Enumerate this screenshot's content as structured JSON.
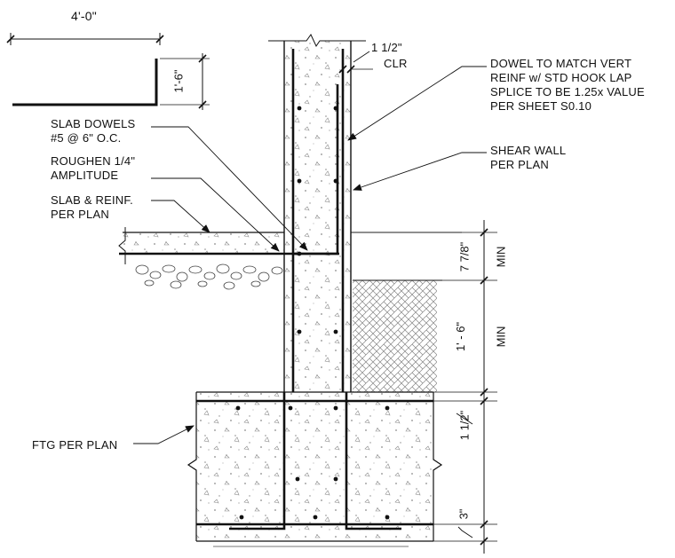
{
  "detail": {
    "slab_width_dim": "4'-0\"",
    "slab_turndown_dim": "1'-6\"",
    "clear_cover_value": "1 1/2\"",
    "clear_cover_abbrev": "CLR",
    "dim_slab_depth": "7 7/8\"",
    "dim_min_1": "MIN",
    "dim_embed": "1' - 6\"",
    "dim_min_2": "MIN",
    "dim_top_cover": "1 1/2\"",
    "dim_bottom_cover": "3\""
  },
  "notes": {
    "slab_dowels": [
      "SLAB DOWELS",
      "#5 @ 6\" O.C."
    ],
    "roughen": [
      "ROUGHEN 1/4\"",
      "AMPLITUDE"
    ],
    "slab_reinf": [
      "SLAB & REINF.",
      "PER PLAN"
    ],
    "ftg": [
      "FTG PER PLAN"
    ],
    "dowel": [
      "DOWEL TO MATCH VERT",
      "REINF w/ STD HOOK LAP",
      "SPLICE TO BE 1.25x VALUE",
      "PER SHEET S0.10"
    ],
    "shear_wall": [
      "SHEAR WALL",
      "PER PLAN"
    ]
  },
  "colors": {
    "line": "#111111",
    "concrete_speckle": "#8a8a8a",
    "leader": "#333333"
  }
}
